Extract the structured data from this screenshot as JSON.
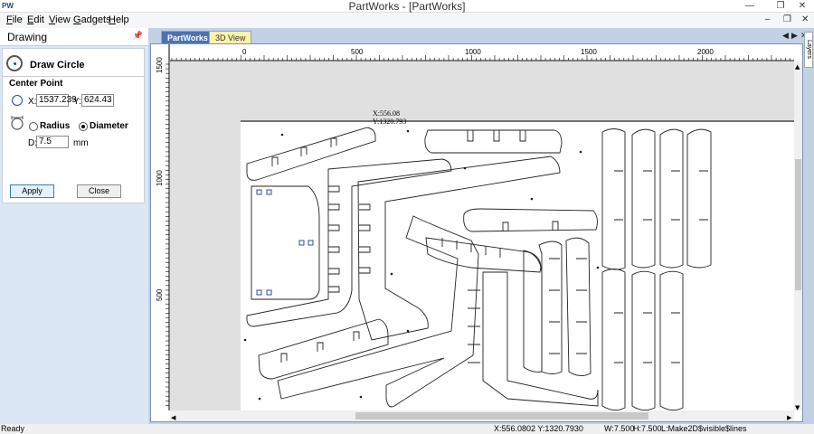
{
  "window": {
    "app_icon": "PW",
    "title": "PartWorks - [PartWorks]",
    "minimize": "—",
    "maximize": "❐",
    "close": "✕"
  },
  "menu": {
    "items": [
      {
        "label": "File",
        "accel": "F",
        "rest": "ile"
      },
      {
        "label": "Edit",
        "accel": "E",
        "rest": "dit"
      },
      {
        "label": "View",
        "accel": "V",
        "rest": "iew"
      },
      {
        "label": "Gadgets",
        "accel": "G",
        "rest": "adgets"
      },
      {
        "label": "Help",
        "accel": "H",
        "rest": "elp"
      }
    ],
    "mdi_min": "–",
    "mdi_restore": "❐",
    "mdi_close": "✕"
  },
  "drawing_panel": {
    "title": "Drawing",
    "pin": "📌",
    "form_title": "Draw Circle",
    "center_point_label": "Center Point",
    "x_label": "X:",
    "x_value": "1537.239",
    "y_label": "Y:",
    "y_value": "624.43",
    "radius_label": "Radius",
    "diameter_label": "Diameter",
    "selected_mode": "Diameter",
    "d_label": "D:",
    "d_value": "7.5",
    "unit": "mm",
    "apply_label": "Apply",
    "close_label": "Close"
  },
  "tabs": {
    "items": [
      {
        "label": "PartWorks",
        "active": true
      },
      {
        "label": "3D View",
        "active": false
      }
    ],
    "nav_left": "◀",
    "nav_right": "▶",
    "nav_close": "✕",
    "side_tab": "Layers"
  },
  "ruler": {
    "h_labels": [
      "0",
      "500",
      "1000",
      "1500",
      "2000"
    ],
    "v_labels": [
      "1500",
      "1000",
      "500"
    ]
  },
  "canvas": {
    "cursor_x": "X:556.08",
    "cursor_y": "Y:1320.793"
  },
  "status": {
    "ready": "Ready",
    "coords": "X:556.0802 Y:1320.7930",
    "width": "W:7.500",
    "height": "H:7.500",
    "layer": "L:Make2D$visible$lines"
  },
  "colors": {
    "accent": "#4b73ae",
    "tab_inactive": "#fff2a8",
    "panel_bg": "#dce7f5",
    "grey_area": "#e0e0e0"
  }
}
